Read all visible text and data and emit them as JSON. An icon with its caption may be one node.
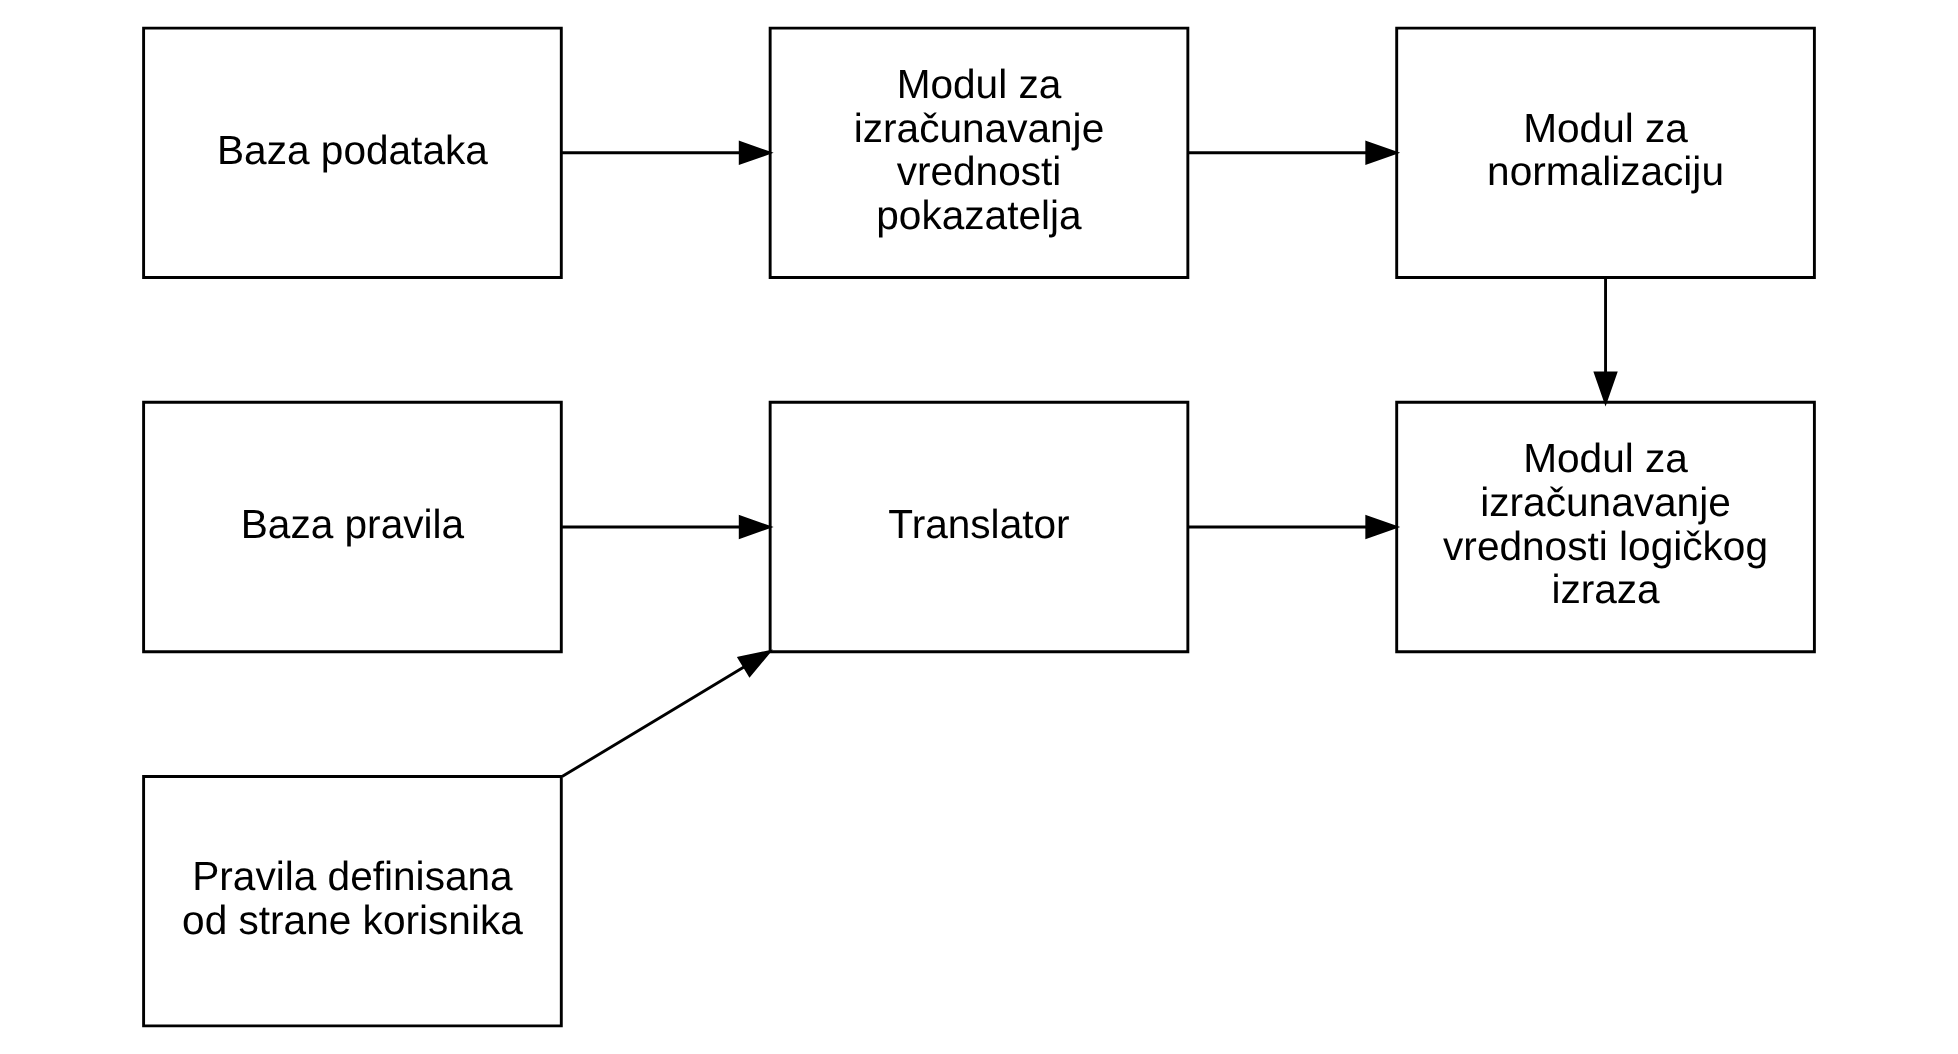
{
  "diagram": {
    "nodes": [
      {
        "text": [
          "Baza pravila"
        ]
      },
      {
        "text": [
          "Pravila definisana od strane korisnika"
        ]
      },
      {
        "text": [
          "Translator"
        ]
      },
      {
        "text": [
          "Modul za izračunavanje vrednosti logičkog izraza"
        ]
      },
      {
        "text": [
          "Baza podataka"
        ]
      },
      {
        "text": [
          "Modul za izračunavanje vrednosti pokazatelja"
        ]
      },
      {
        "text": [
          "Modul za normalizaciju"
        ]
      }
    ],
    "edges": [
      {
        "from": 0,
        "to": 2,
        "arrow": "to"
      },
      {
        "from": 1,
        "to": 2,
        "arrow": "to"
      },
      {
        "from": 2,
        "to": 3,
        "arrow": "to"
      },
      {
        "from": 4,
        "to": 5,
        "arrow": "to"
      },
      {
        "from": 5,
        "to": 6,
        "arrow": "to"
      },
      {
        "from": 6,
        "to": 3,
        "arrow": "to"
      }
    ]
  }
}
